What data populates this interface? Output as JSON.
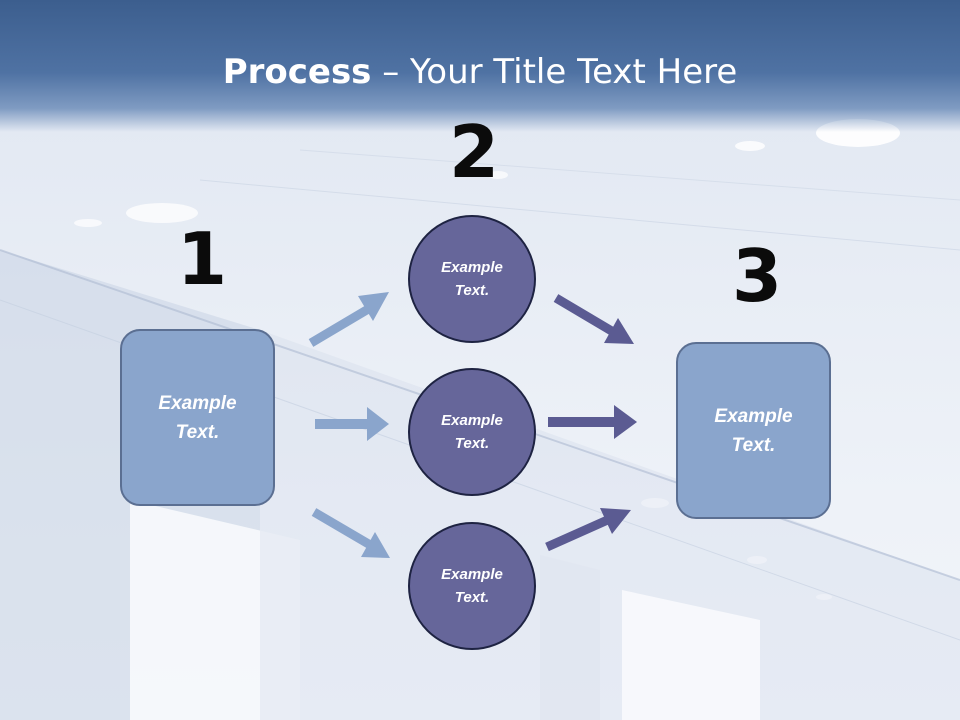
{
  "slide": {
    "title_bold": "Process",
    "title_rest": " – Your Title Text Here"
  },
  "steps": {
    "left": {
      "number": "1",
      "line1": "Example",
      "line2": "Text."
    },
    "middle": {
      "number": "2",
      "circles": [
        {
          "line1": "Example",
          "line2": "Text."
        },
        {
          "line1": "Example",
          "line2": "Text."
        },
        {
          "line1": "Example",
          "line2": "Text."
        }
      ]
    },
    "right": {
      "number": "3",
      "line1": "Example",
      "line2": "Text."
    }
  },
  "colors": {
    "header": "#4f72a3",
    "box_fill": "#8aa5cc",
    "circle_fill": "#66669a",
    "arrow_light": "#8aa5cc",
    "arrow_dark": "#5b5b92"
  }
}
